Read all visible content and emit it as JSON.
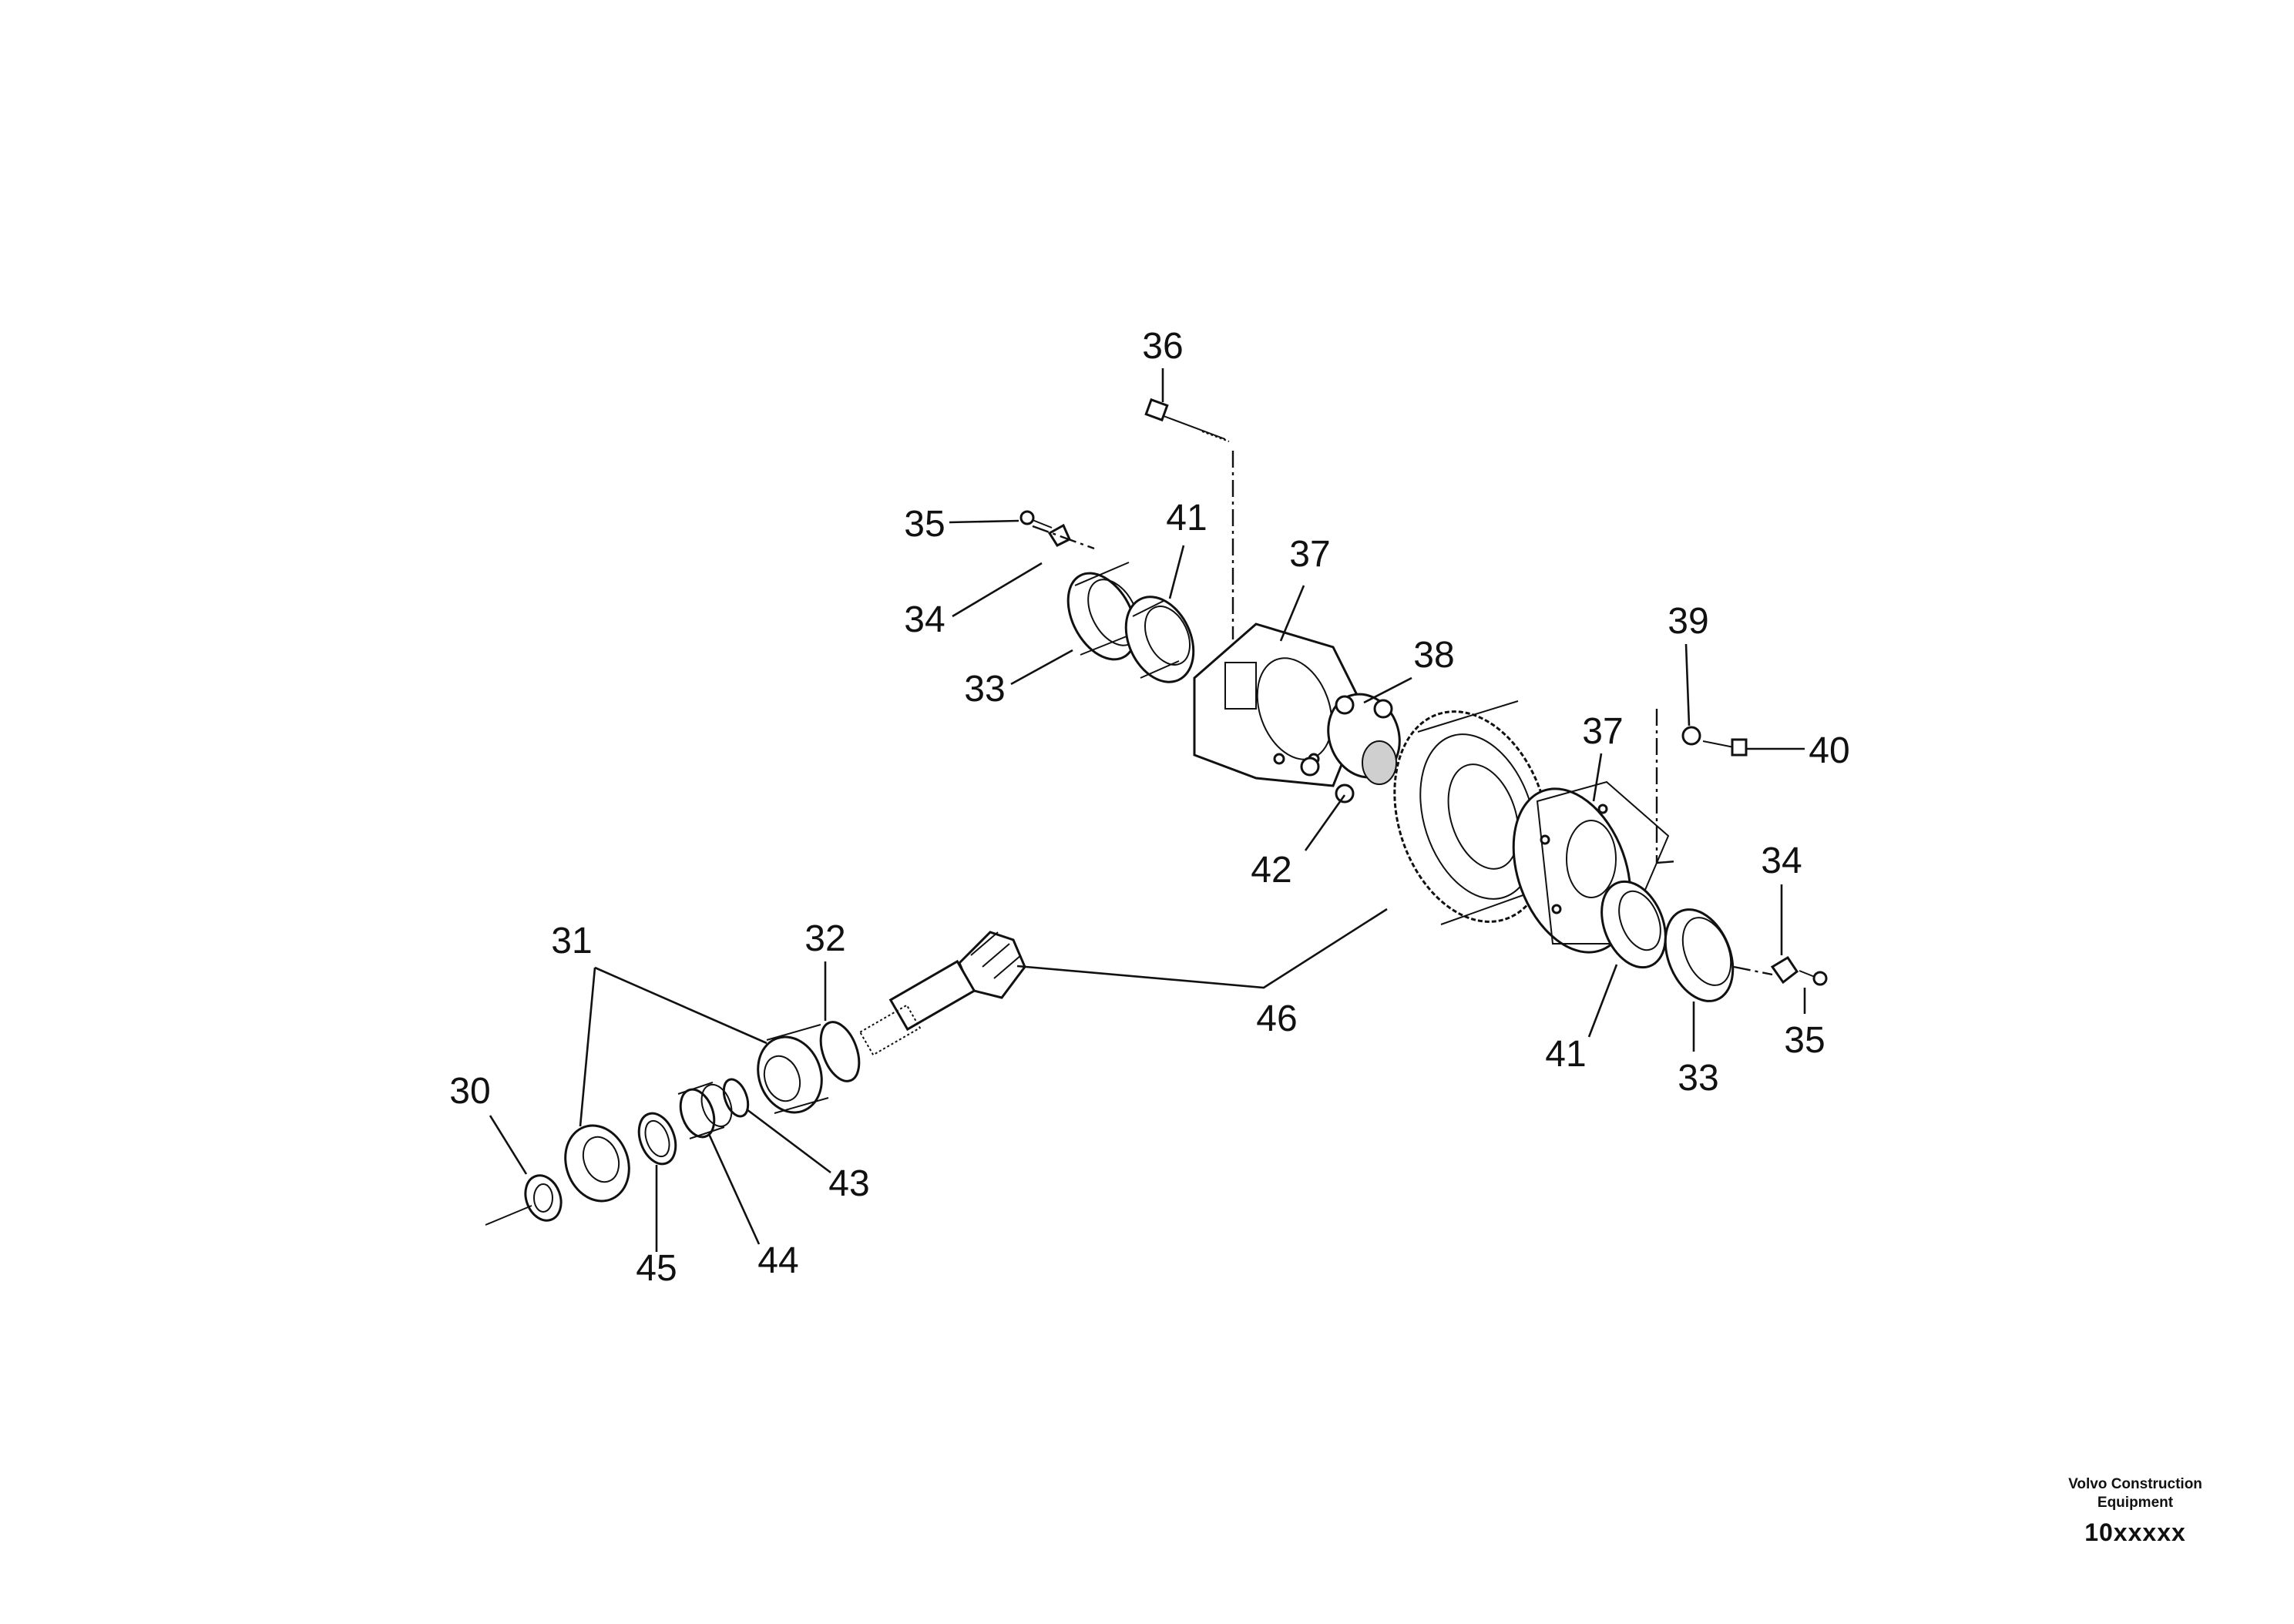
{
  "callouts": {
    "c30": "30",
    "c31": "31",
    "c32": "32",
    "c33a": "33",
    "c33b": "33",
    "c34a": "34",
    "c34b": "34",
    "c35a": "35",
    "c35b": "35",
    "c36": "36",
    "c37a": "37",
    "c37b": "37",
    "c38": "38",
    "c39": "39",
    "c40": "40",
    "c41a": "41",
    "c41b": "41",
    "c42": "42",
    "c43": "43",
    "c44": "44",
    "c45": "45",
    "c46": "46"
  },
  "footer": {
    "brand_line1": "Volvo Construction",
    "brand_line2": "Equipment",
    "code": "10xxxxx"
  }
}
